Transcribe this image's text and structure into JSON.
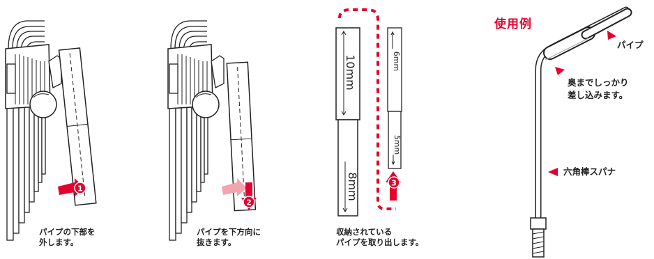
{
  "panels": [
    {
      "step": "1",
      "caption": [
        "パイプの下部を",
        "外します。"
      ]
    },
    {
      "step": "2",
      "caption": [
        "パイプを下方向に",
        "抜きます。"
      ]
    },
    {
      "step": "3",
      "caption": [
        "収納されている",
        "パイプを取り出します。"
      ]
    }
  ],
  "pipe_dimensions": {
    "large_pipe": [
      "10mm",
      "8mm"
    ],
    "small_pipe": [
      "6mm",
      "5mm"
    ]
  },
  "usage_example": {
    "title": "使用例",
    "labels": {
      "pipe": "パイプ",
      "insert": [
        "奥までしっかり",
        "差し込みます。"
      ],
      "hex_wrench": "六角棒スパナ"
    }
  },
  "colors": {
    "accent": "#e5002d",
    "arrow_faded": "#f3a4ae",
    "line": "#222222"
  }
}
